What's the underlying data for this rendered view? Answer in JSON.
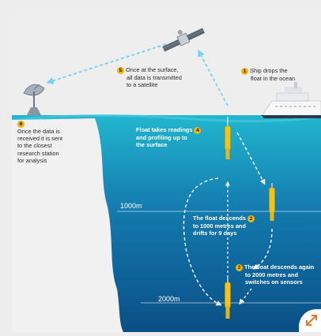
{
  "steps": [
    {
      "number": "1",
      "text": [
        "Ship drops the",
        "float in the ocean"
      ]
    },
    {
      "number": "2",
      "text": [
        "The float descends",
        "to 1000 metres and",
        "drifts for 9 days"
      ]
    },
    {
      "number": "3",
      "text": [
        "The float descends again",
        "to 2000 metres and",
        "switches on sensors"
      ]
    },
    {
      "number": "4",
      "text": [
        "Float takes readings",
        "and profiling up to",
        "the surface"
      ]
    },
    {
      "number": "5",
      "text": [
        "Once at the surface,",
        "all data is transmitted",
        "to a satellite"
      ]
    },
    {
      "number": "6",
      "text": [
        "Once the data is",
        "received it is sent",
        "to the closest",
        "research station",
        "for analysis"
      ]
    }
  ],
  "depth_labels": {
    "d1000": "1000m",
    "d2000": "2000m"
  },
  "colors": {
    "sky": "#eeeeee",
    "sea_top": "#22b6cf",
    "sea_bottom": "#0a4f86",
    "land": "#f1f1f1",
    "float": "#f3c21b",
    "badge": "#f5b400",
    "arrow": "#74d3ef"
  },
  "icons": [
    "satellite-icon",
    "satellite-dish-icon",
    "ship-icon",
    "argo-float-icon",
    "expand-icon"
  ]
}
